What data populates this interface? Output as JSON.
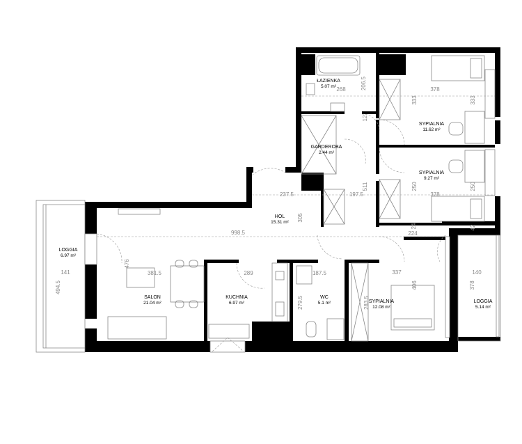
{
  "rooms": [
    {
      "name": "ŁAZIENKA",
      "area": "5.07 m²"
    },
    {
      "name": "SYPIALNIA",
      "area": "11.62 m²"
    },
    {
      "name": "GARDEROBA",
      "area": "2.44 m²"
    },
    {
      "name": "SYPIALNIA",
      "area": "9.27 m²"
    },
    {
      "name": "HOL",
      "area": "15.31 m²"
    },
    {
      "name": "LOGGIA",
      "area": "6.97 m²"
    },
    {
      "name": "SALON",
      "area": "21.04 m²"
    },
    {
      "name": "KUCHNIA",
      "area": "6.97 m²"
    },
    {
      "name": "WC",
      "area": "5.1 m²"
    },
    {
      "name": "SYPIALNIA",
      "area": "12.08 m²"
    },
    {
      "name": "LOGGIA",
      "area": "5.14 m²"
    }
  ],
  "dimensions": {
    "bath_w": "268",
    "bath_h": "206.5",
    "bed1_w": "378",
    "bed1_h1": "333",
    "bed1_h2": "333",
    "closet_12": "12",
    "hall_w": "237.5",
    "hall_w2": "197.5",
    "hall_511": "511",
    "bed2_h1": "250",
    "bed2_w": "378",
    "bed2_h2": "250",
    "hall_305": "305",
    "living_total": "998.5",
    "d_24": "24",
    "d_42": "42",
    "d_224": "224",
    "loggia_w": "141",
    "loggia_h": "494.5",
    "salon_h": "476",
    "salon_w": "381.5",
    "kitchen_w": "289",
    "wc_w": "187.5",
    "wc_h": "279.5",
    "bed3_w": "337",
    "bed3_h1": "283.5",
    "bed3_h2": "406",
    "loggia2_w": "140",
    "loggia2_h": "378"
  }
}
